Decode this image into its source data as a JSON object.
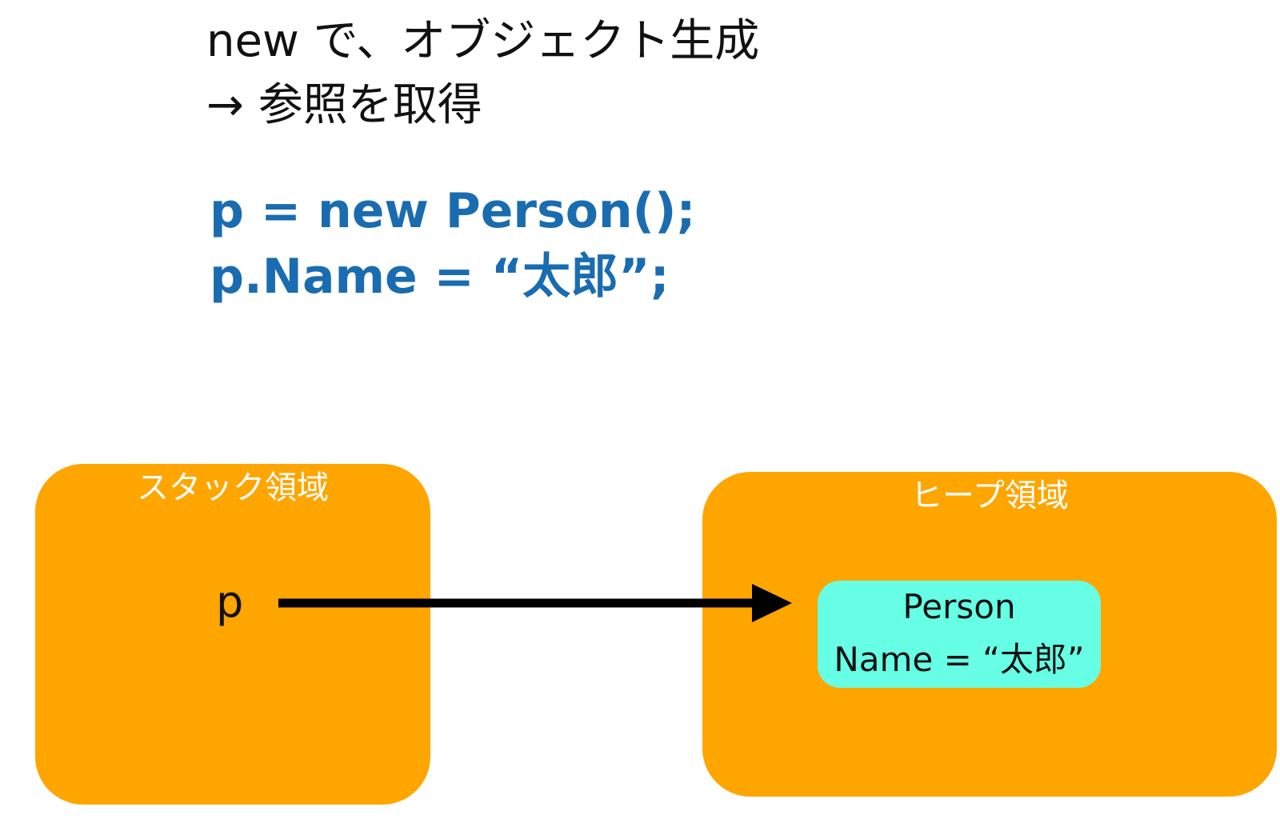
{
  "heading": {
    "line1": "new で、オブジェクト生成",
    "line2": "→ 参照を取得"
  },
  "code": {
    "line1": "p = new Person();",
    "line2": "p.Name = “太郎”;"
  },
  "stack": {
    "label": "スタック領域",
    "variable": "p"
  },
  "heap": {
    "label": "ヒープ領域",
    "object": {
      "class_name": "Person",
      "field": "Name = “太郎”"
    }
  },
  "colors": {
    "region": "#ffa500",
    "object": "#66ffe6",
    "code": "#1a6cb0",
    "arrow": "#000000"
  }
}
